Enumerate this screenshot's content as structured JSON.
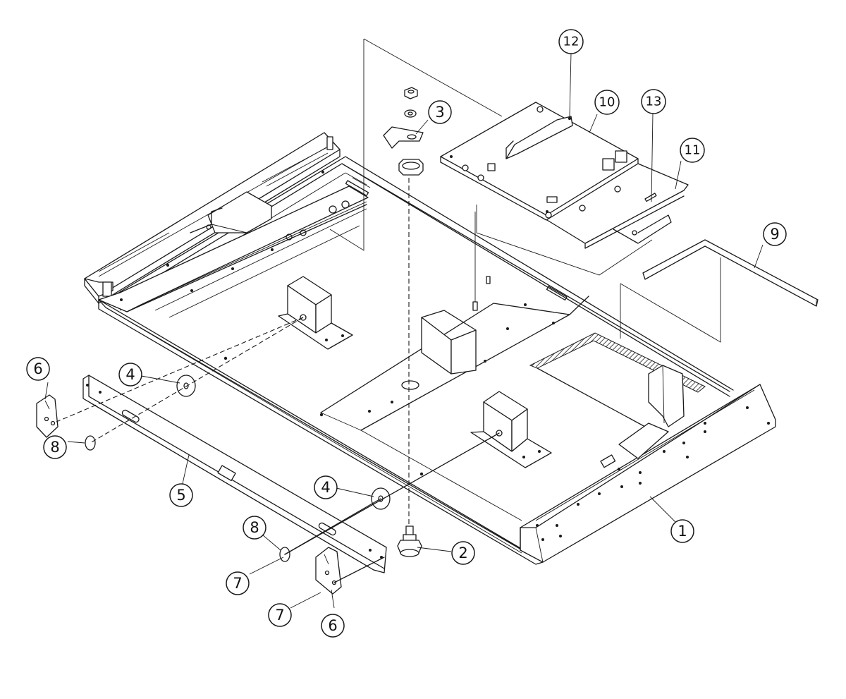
{
  "callouts": [
    {
      "id": "c1",
      "label": "1"
    },
    {
      "id": "c2",
      "label": "2"
    },
    {
      "id": "c3",
      "label": "3"
    },
    {
      "id": "c4a",
      "label": "4"
    },
    {
      "id": "c4b",
      "label": "4"
    },
    {
      "id": "c5",
      "label": "5"
    },
    {
      "id": "c6a",
      "label": "6"
    },
    {
      "id": "c6b",
      "label": "6"
    },
    {
      "id": "c7a",
      "label": "7"
    },
    {
      "id": "c7b",
      "label": "7"
    },
    {
      "id": "c8a",
      "label": "8"
    },
    {
      "id": "c8b",
      "label": "8"
    },
    {
      "id": "c9",
      "label": "9"
    },
    {
      "id": "c10",
      "label": "10"
    },
    {
      "id": "c11",
      "label": "11"
    },
    {
      "id": "c12",
      "label": "12"
    },
    {
      "id": "c13",
      "label": "13"
    }
  ]
}
